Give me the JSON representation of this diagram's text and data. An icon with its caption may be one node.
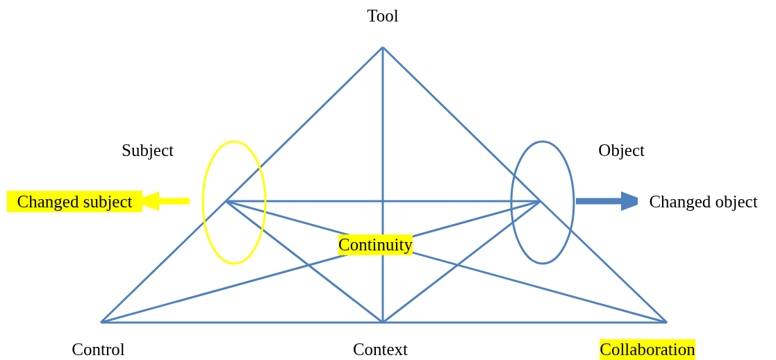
{
  "diagram": {
    "nodes": [
      {
        "text": [
          "Tool"
        ]
      },
      {
        "text": [
          "Subject"
        ]
      },
      {
        "text": [
          "Object"
        ]
      },
      {
        "text": [
          "Changed subject"
        ]
      },
      {
        "text": [
          "Changed object"
        ]
      },
      {
        "text": [
          "Control"
        ]
      },
      {
        "text": [
          "Context"
        ]
      },
      {
        "text": [
          "Collaboration"
        ]
      }
    ],
    "edges": [
      {
        "from": 0,
        "to": 1,
        "arrow": "none"
      },
      {
        "from": 1,
        "to": 5,
        "arrow": "none"
      },
      {
        "from": 0,
        "to": 2,
        "arrow": "none"
      },
      {
        "from": 2,
        "to": 7,
        "arrow": "none"
      },
      {
        "from": 0,
        "to": 6,
        "arrow": "none"
      },
      {
        "from": 1,
        "to": 2,
        "arrow": "none"
      },
      {
        "from": 1,
        "to": 6,
        "arrow": "none"
      },
      {
        "from": 1,
        "to": 7,
        "arrow": "none"
      },
      {
        "from": 2,
        "to": 5,
        "arrow": "none"
      },
      {
        "from": 2,
        "to": 6,
        "arrow": "none"
      },
      {
        "from": 5,
        "to": 7,
        "arrow": "none"
      },
      {
        "from": 1,
        "to": 3,
        "arrow": "to",
        "style": "thick",
        "color": "#ffff00"
      },
      {
        "from": 2,
        "to": 4,
        "arrow": "to",
        "style": "thick"
      }
    ],
    "labels": [
      "Continuity"
    ]
  }
}
